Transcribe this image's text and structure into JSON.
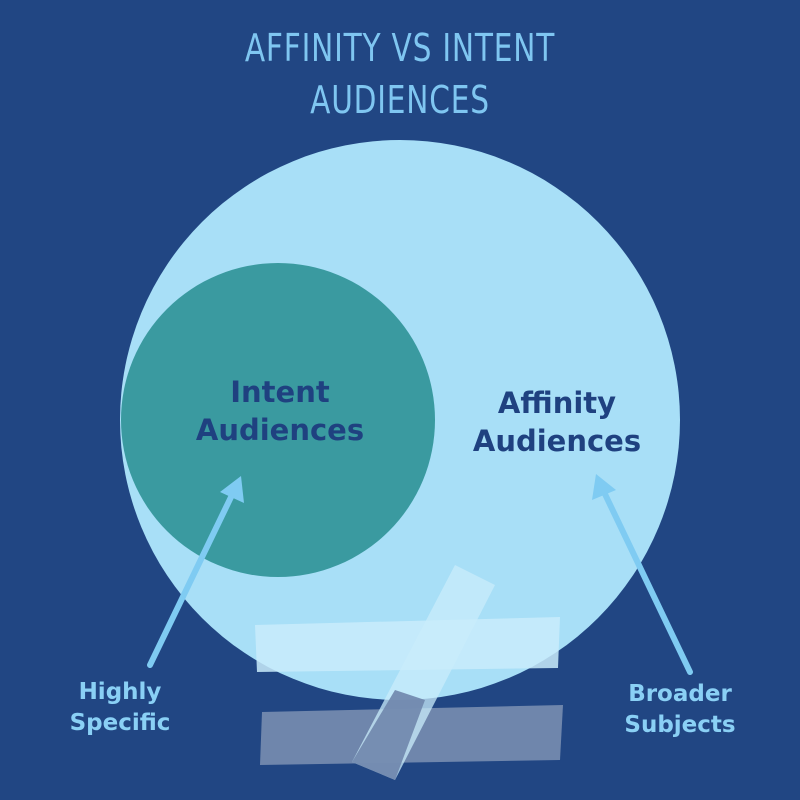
{
  "title": {
    "line1": "AFFINITY VS INTENT",
    "line2": "AUDIENCES"
  },
  "diagram": {
    "outer_circle": {
      "label_line1": "Affinity",
      "label_line2": "Audiences"
    },
    "inner_circle": {
      "label_line1": "Intent",
      "label_line2": "Audiences"
    },
    "left_annotation": {
      "line1": "Highly",
      "line2": "Specific"
    },
    "right_annotation": {
      "line1": "Broader",
      "line2": "Subjects"
    },
    "colors": {
      "background": "#214683",
      "outer_circle": "#a8dff7",
      "inner_circle": "#3a9aa0",
      "arrows": "#7fcbf2",
      "title": "#7fc6f1",
      "labels": "#1f4180"
    },
    "decoration": "not-equal-sign"
  }
}
